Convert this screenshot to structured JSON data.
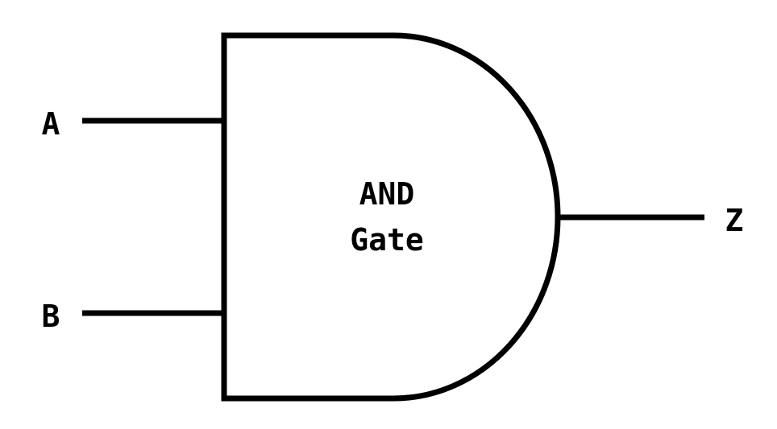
{
  "diagram": {
    "gate": {
      "name_line1": "AND",
      "name_line2": "Gate"
    },
    "inputs": [
      {
        "label": "A"
      },
      {
        "label": "B"
      }
    ],
    "output": {
      "label": "Z"
    },
    "colors": {
      "stroke": "#000000",
      "background": "#ffffff"
    }
  }
}
